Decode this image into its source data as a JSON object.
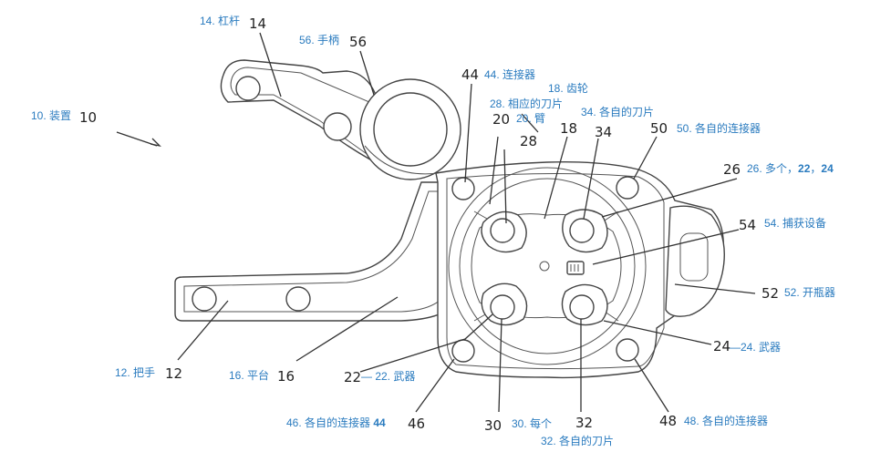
{
  "colors": {
    "label_blue": "#2a7bbf",
    "number_dark": "#222222",
    "outline": "#444444"
  },
  "labels": {
    "l14": "14. 杠杆",
    "n14": "14",
    "l56": "56. 手柄",
    "n56": "56",
    "l10": "10. 装置",
    "n10": "10",
    "n44": "44",
    "l44": "44. 连接器",
    "l18": "18. 齿轮",
    "l28": "28. 相应的刀片",
    "n20": "20",
    "l20": "20. 臂",
    "n28": "28",
    "n18": "18",
    "n34": "34",
    "l34": "34. 各自的刀片",
    "n50": "50",
    "l50": "50. 各自的连接器",
    "n26": "26",
    "l26_pre": "26. 多个，",
    "l26_22": "22",
    "l26_sep": "，",
    "l26_24": "24",
    "n54": "54",
    "l54": "54. 捕获设备",
    "n52": "52",
    "l52": "52. 开瓶器",
    "n24": "24",
    "l24": "—24. 武器",
    "l12": "12. 把手",
    "n12": "12",
    "l16": "16. 平台",
    "n16": "16",
    "n22": "22",
    "l22": "— 22. 武器",
    "l46_pre": "46. 各自的连接器 ",
    "l46_b": "44",
    "n46": "46",
    "n30": "30",
    "l30": "30. 每个",
    "n32": "32",
    "l32": "32. 各自的刀片",
    "n48": "48",
    "l48": "48. 各自的连接器"
  }
}
